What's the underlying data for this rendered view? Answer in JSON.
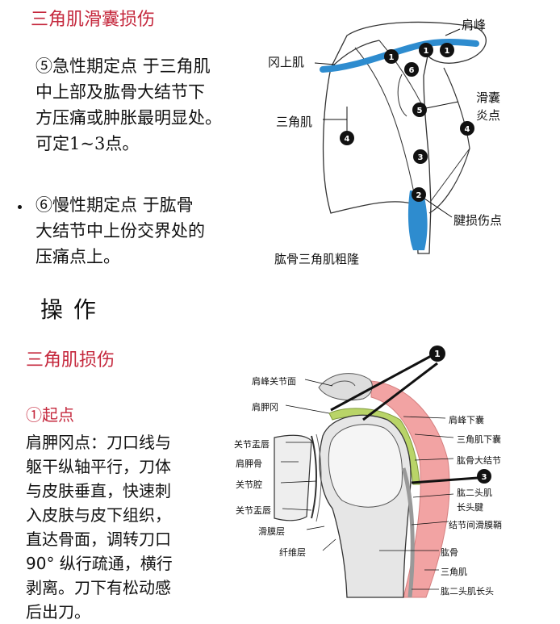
{
  "section1": {
    "title": "三角肌滑囊损伤",
    "point5": {
      "marker": "⑤",
      "text_lines": [
        "急性期定点 于三角肌",
        "中上部及肱骨大结节下",
        "方压痛或肿胀最明显处。",
        "可定1~3点。"
      ]
    },
    "point6": {
      "marker": "⑥",
      "text_lines": [
        "慢性期定点 于肱骨",
        "大结节中上份交界处的",
        "压痛点上。"
      ]
    },
    "diagram1": {
      "labels": {
        "acromion": "肩峰",
        "supraspinatus": "冈上肌",
        "deltoid": "三角肌",
        "bursitis_line1": "滑囊",
        "bursitis_line2": "炎点",
        "tendon_injury": "腱损伤点",
        "deltoid_tuberosity": "肱骨三角肌粗隆"
      },
      "markers": [
        "1",
        "1",
        "1",
        "6",
        "5",
        "4",
        "4",
        "3",
        "2"
      ]
    }
  },
  "operation": {
    "heading": "操 作"
  },
  "section2": {
    "title": "三角肌损伤",
    "step1": {
      "marker": "①",
      "label": "起点"
    },
    "body_lines": [
      "肩胛冈点：刀口线与",
      "躯干纵轴平行，刀体",
      "与皮肤垂直，快速刺",
      "入皮肤与皮下组织，",
      "直达骨面，调转刀口",
      "90° 纵行疏通，横行",
      "剥离。刀下有松动感",
      "后出刀。"
    ],
    "diagram2": {
      "labels": {
        "acromioclavicular": "肩峰关节面",
        "spine_of_scapula": "肩胛冈",
        "glenoid_labrum_top": "关节盂唇",
        "scapula": "肩胛骨",
        "joint_cavity": "关节腔",
        "glenoid_labrum_bottom": "关节盂唇",
        "synovial_layer": "滑膜层",
        "fibrous_layer": "纤维层",
        "subacromial_bursa": "肩峰下囊",
        "subdeltoid_bursa": "三角肌下囊",
        "greater_tubercle": "肱骨大结节",
        "biceps_long_head_tendon1": "肱二头肌",
        "biceps_long_head_tendon2": "长头腱",
        "intertubercular_sheath": "结节间滑膜鞘",
        "humerus": "肱骨",
        "deltoid": "三角肌",
        "biceps_long_head": "肱二头肌长头"
      },
      "markers": [
        "1",
        "3"
      ]
    }
  },
  "colors": {
    "title_red": "#c5283d",
    "bursa_blue": "#2e8ccf",
    "muscle_pink": "#f2a3a3",
    "bursa_green": "#b9d468"
  }
}
